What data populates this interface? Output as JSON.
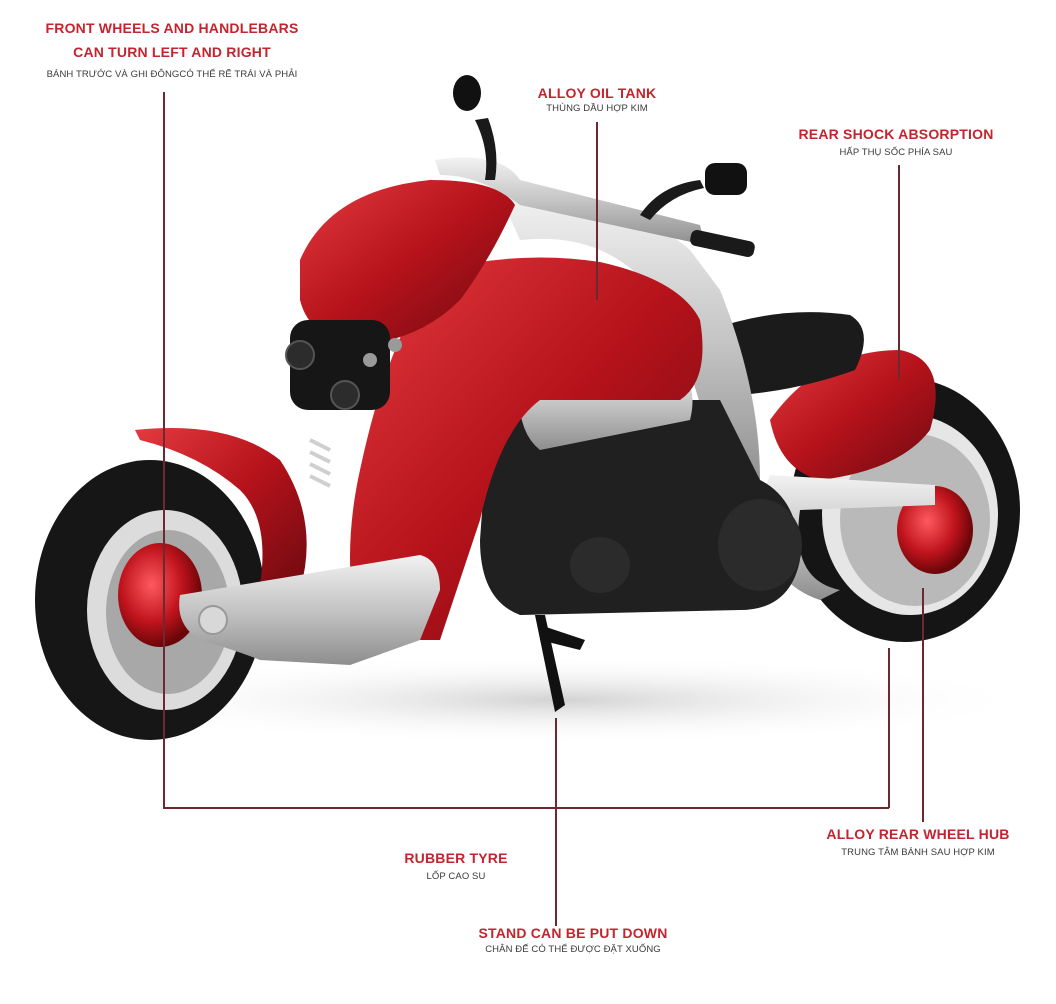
{
  "colors": {
    "title_red": "#c4242e",
    "subtitle_gray": "#3a3a3a",
    "leader_line": "#6b2a30",
    "bike_red": "#b5121b",
    "bike_silver": "#c9c9c9",
    "bike_black": "#1a1a1a"
  },
  "callouts": [
    {
      "id": "front-wheels",
      "title_lines": [
        "FRONT WHEELS AND HANDLEBARS",
        "CAN TURN LEFT AND RIGHT"
      ],
      "subtitle": "BÁNH TRƯỚC VÀ GHI ĐÔNGCÓ THỂ RẼ TRÁI VÀ PHẢI"
    },
    {
      "id": "alloy-oil-tank",
      "title": "ALLOY OIL TANK",
      "subtitle": "THÙNG DẦU HỢP KIM"
    },
    {
      "id": "rear-shock",
      "title": "REAR SHOCK ABSORPTION",
      "subtitle": "HẤP THỤ SỐC PHÍA SAU"
    },
    {
      "id": "alloy-rear-wheel-hub",
      "title": "ALLOY REAR WHEEL HUB",
      "subtitle": "TRUNG TÂM BÁNH SAU HỢP KIM"
    },
    {
      "id": "rubber-tyre",
      "title": "RUBBER TYRE",
      "subtitle": "LỐP CAO SU"
    },
    {
      "id": "stand",
      "title": "STAND CAN BE PUT DOWN",
      "subtitle": "CHÂN ĐẾ CÓ THỂ ĐƯỢC ĐẶT XUỐNG"
    }
  ]
}
